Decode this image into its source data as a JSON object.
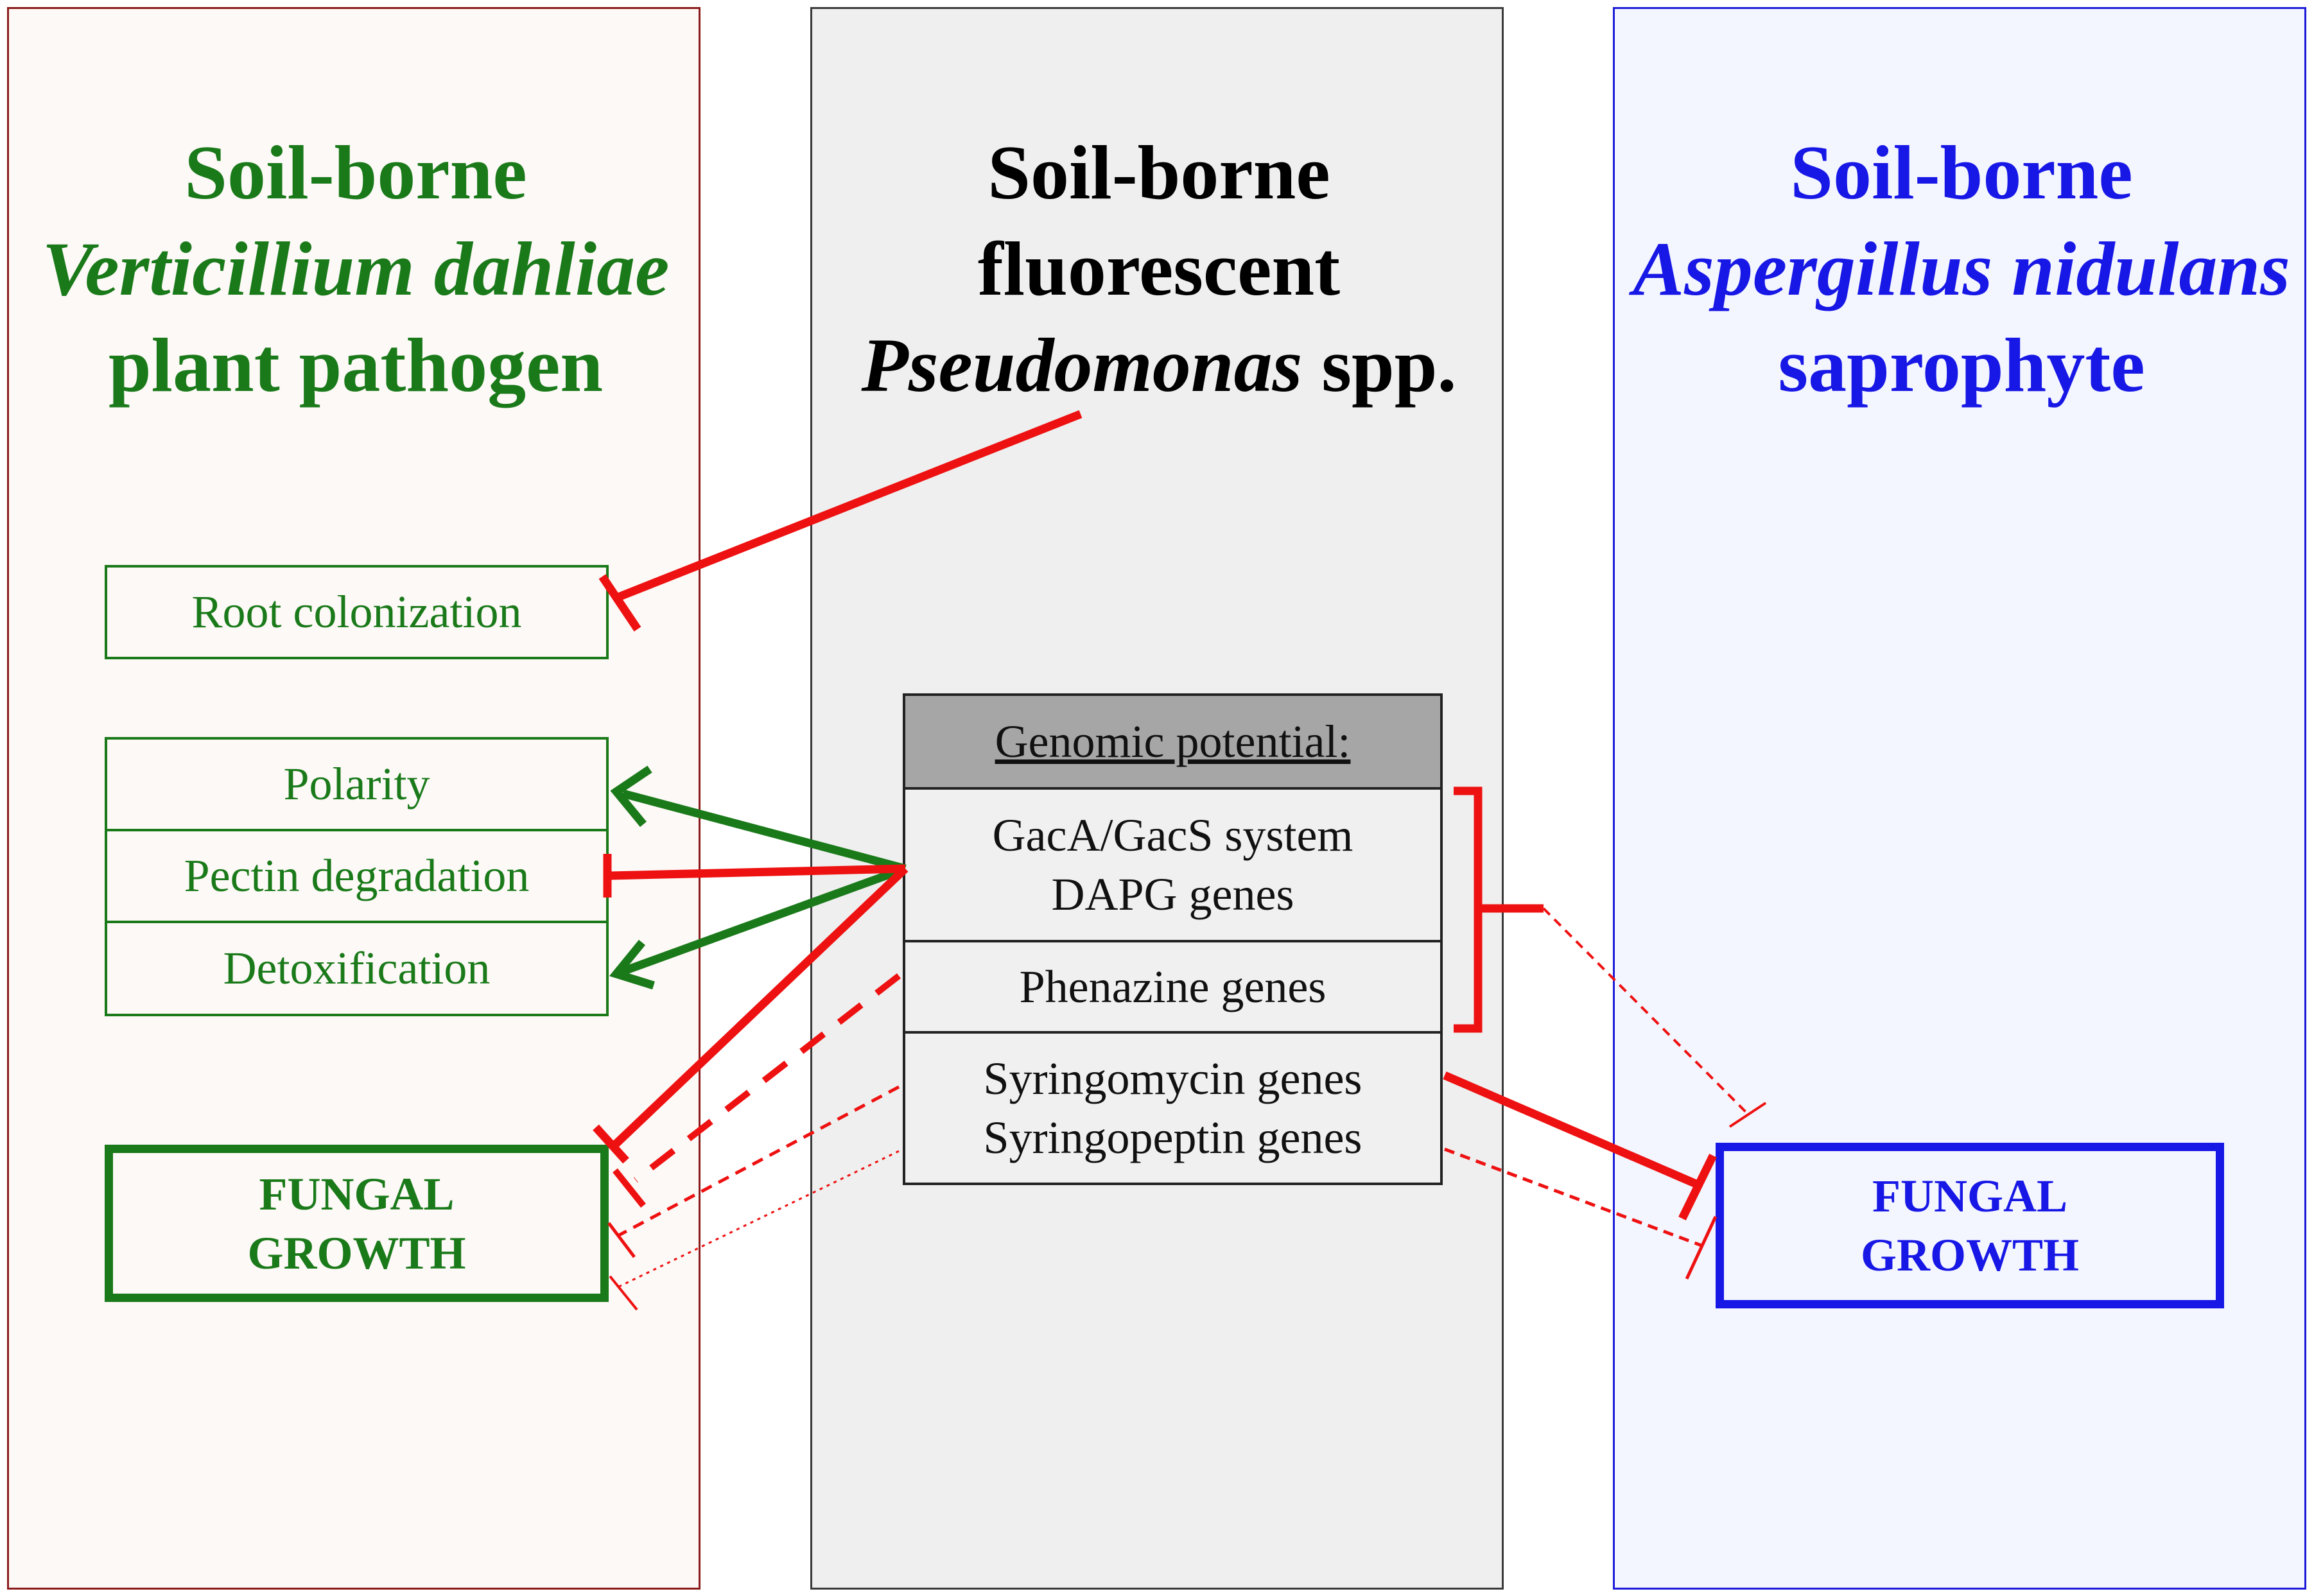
{
  "panels": {
    "left": {
      "title_line1": "Soil-borne",
      "title_line2": "Verticillium dahliae",
      "title_line3": "plant pathogen",
      "boxes": {
        "root": "Root colonization",
        "polarity": "Polarity",
        "pectin": "Pectin degradation",
        "detox": "Detoxification"
      },
      "fungal_line1": "FUNGAL",
      "fungal_line2": "GROWTH"
    },
    "middle": {
      "title_line1": "Soil-borne",
      "title_line2": "fluorescent",
      "title_line3_italic": "Pseudomonas",
      "title_line3_rest": " spp."
    },
    "right": {
      "title_line1": "Soil-borne",
      "title_line2": "Aspergillus nidulans",
      "title_line3": "saprophyte",
      "fungal_line1": "FUNGAL",
      "fungal_line2": "GROWTH"
    }
  },
  "genomic_table": {
    "header": "Genomic potential:",
    "gac_line1": "GacA/GacS system",
    "gac_line2": "DAPG genes",
    "phenazine": "Phenazine genes",
    "syr_line1": "Syringomycin genes",
    "syr_line2": "Syringopeptin genes"
  },
  "colors": {
    "green": "#1a7a1a",
    "blue": "#1717e6",
    "red": "#ee1111",
    "header_gray": "#a6a6a6"
  }
}
